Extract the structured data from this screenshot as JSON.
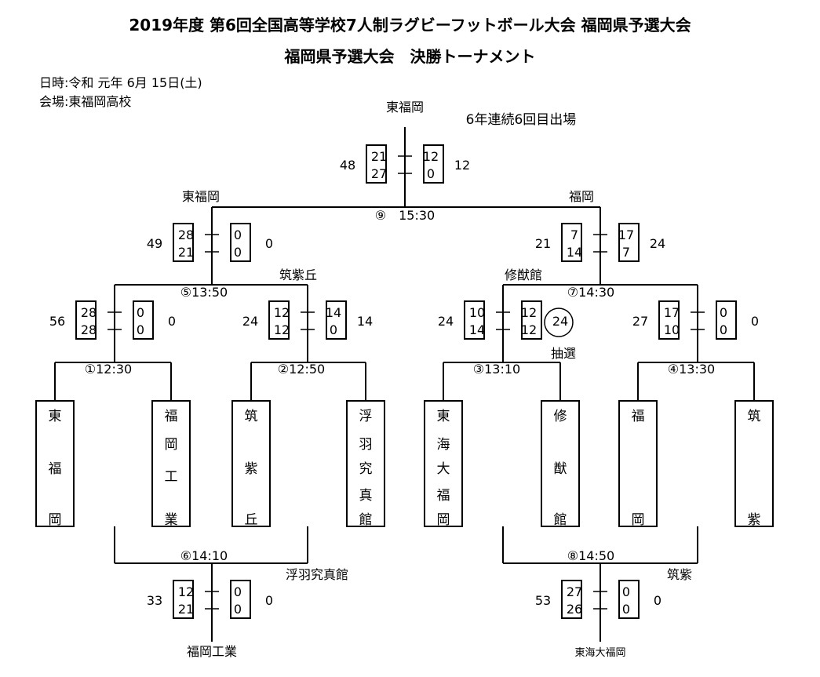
{
  "header": {
    "title": "2019年度 第6回全国高等学校7人制ラグビーフットボール大会 福岡県予選大会",
    "subtitle": "福岡県予選大会　決勝トーナメント",
    "date": "日時:令和 元年 6月 15日(土)",
    "venue": "会場:東福岡高校"
  },
  "champion": {
    "name": "東福岡",
    "note": "6年連続6回目出場"
  },
  "teams": [
    {
      "name": "東福岡"
    },
    {
      "name": "福岡工業"
    },
    {
      "name": "筑紫丘"
    },
    {
      "name": "浮羽究真館"
    },
    {
      "name": "東海大福岡"
    },
    {
      "name": "修猷館"
    },
    {
      "name": "福岡"
    },
    {
      "name": "筑紫"
    }
  ],
  "matches": [
    {
      "id": "m1",
      "label": "①12:30",
      "left_total": "56",
      "left_halves": [
        "28",
        "28"
      ],
      "right_halves": [
        "0",
        "0"
      ],
      "right_total": "0"
    },
    {
      "id": "m2",
      "label": "②12:50",
      "left_total": "24",
      "left_halves": [
        "12",
        "12"
      ],
      "right_halves": [
        "14",
        "0"
      ],
      "right_total": "14"
    },
    {
      "id": "m3",
      "label": "③13:10",
      "left_total": "24",
      "left_halves": [
        "10",
        "14"
      ],
      "right_halves": [
        "12",
        "12"
      ],
      "right_total": "24",
      "note": "抽選"
    },
    {
      "id": "m4",
      "label": "④13:30",
      "left_total": "27",
      "left_halves": [
        "17",
        "10"
      ],
      "right_halves": [
        "0",
        "0"
      ],
      "right_total": "0"
    },
    {
      "id": "m5",
      "label": "⑤13:50",
      "left_total": "49",
      "left_halves": [
        "28",
        "21"
      ],
      "right_halves": [
        "0",
        "0"
      ],
      "right_total": "0",
      "winner_left": "東福岡",
      "winner_right": "筑紫丘"
    },
    {
      "id": "m7",
      "label": "⑦14:30",
      "left_total": "21",
      "left_halves": [
        "7",
        "14"
      ],
      "right_halves": [
        "17",
        "7"
      ],
      "right_total": "24",
      "winner_left": "修猷館",
      "winner_right": "福岡"
    },
    {
      "id": "m6",
      "label": "⑥14:10",
      "left_total": "33",
      "left_halves": [
        "12",
        "21"
      ],
      "right_halves": [
        "0",
        "0"
      ],
      "right_total": "0",
      "winner_left": "福岡工業",
      "winner_right": "浮羽究真館"
    },
    {
      "id": "m8",
      "label": "⑧14:50",
      "left_total": "53",
      "left_halves": [
        "27",
        "26"
      ],
      "right_halves": [
        "0",
        "0"
      ],
      "right_total": "0",
      "winner_left": "東海大福岡",
      "winner_right": "筑紫"
    },
    {
      "id": "m9",
      "label": "⑨　15:30",
      "left_total": "48",
      "left_halves": [
        "21",
        "27"
      ],
      "right_halves": [
        "12",
        "0"
      ],
      "right_total": "12",
      "winner_left": "東福岡",
      "winner_right": "福岡"
    }
  ]
}
